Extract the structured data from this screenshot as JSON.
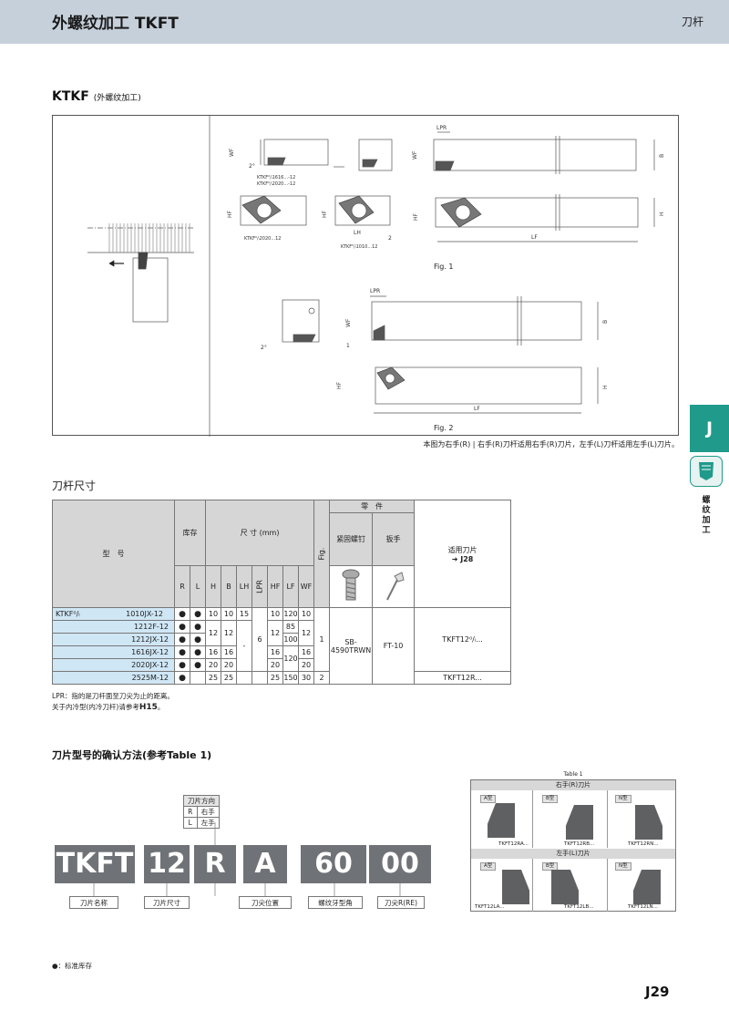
{
  "header": {
    "title": "外螺纹加工 TKFT",
    "category": "刀杆"
  },
  "section": {
    "code": "KTKF",
    "subtitle": "(外螺纹加工)"
  },
  "figure": {
    "fig1_caption": "Fig. 1",
    "fig2_caption": "Fig. 2",
    "labels": {
      "lpr": "LPR",
      "wf": "WF",
      "b": "B",
      "hf": "HF",
      "h": "H",
      "lf": "LF",
      "lh": "LH",
      "angle": "2°",
      "one": "1",
      "two": "2",
      "model_a": "KTKF⁰/ₗ1616...-12",
      "model_b": "KTKF⁰/ₗ2020...-12",
      "model_c": "KTKF⁰/ₗ2020...12",
      "model_d": "KTKF⁰/ₗ1010...12"
    },
    "note": "本图为右手(R) | 右手(R)刀杆适用右手(R)刀片，左手(L)刀杆适用左手(L)刀片。"
  },
  "side": {
    "tab": "J",
    "label": "螺纹加工",
    "icon": "thread-tool-icon"
  },
  "dimensions": {
    "title": "刀杆尺寸",
    "headers": {
      "model": "型　号",
      "stock": "库存",
      "size": "尺 寸 (mm)",
      "fig": "Fig.",
      "parts": "零　件",
      "screw": "紧固螺钉",
      "wrench": "扳手",
      "insert": "适用刀片",
      "insert_ref": "➜ J28",
      "r": "R",
      "l": "L",
      "h": "H",
      "b": "B",
      "lh": "LH",
      "lpr": "LPR",
      "hf": "HF",
      "lf": "LF",
      "wf": "WF"
    },
    "prefix": "KTKF⁰/ₗ",
    "rows": [
      {
        "model": "1010JX-12",
        "r": "●",
        "l": "●",
        "h": "10",
        "b": "10",
        "lh": "15",
        "hf": "10",
        "lf": "120",
        "wf": "10"
      },
      {
        "model": "1212F-12",
        "r": "●",
        "l": "●",
        "h": "12",
        "b": "12",
        "lf": "85",
        "hf": "12",
        "wf": "12"
      },
      {
        "model": "1212JX-12",
        "r": "●",
        "l": "●",
        "lf": "100"
      },
      {
        "model": "1616JX-12",
        "r": "●",
        "l": "●",
        "h": "16",
        "b": "16",
        "lh": "-",
        "lpr": "6",
        "hf": "16",
        "lf": "120",
        "wf": "16"
      },
      {
        "model": "2020JX-12",
        "r": "●",
        "l": "●",
        "h": "20",
        "b": "20",
        "hf": "20",
        "wf": "20"
      },
      {
        "model": "2525M-12",
        "r": "●",
        "l": "",
        "h": "25",
        "b": "25",
        "hf": "25",
        "lf": "150",
        "wf": "30",
        "fig": "2"
      }
    ],
    "group_fig": "1",
    "screw": "SB-4590TRWN",
    "wrench": "FT-10",
    "insert_group": "TKFT12⁰/ₗ...",
    "insert_last": "TKFT12R..."
  },
  "notes": {
    "line1": "LPR：指的是刀杆面至刀尖为止的距离。",
    "line2_pre": "关于内冷型(内冷刀杆)请参考",
    "line2_ref": "H15",
    "line2_post": "。"
  },
  "insert_id": {
    "title": "刀片型号的确认方法(参考Table 1)",
    "direction": {
      "header": "刀片方向",
      "r": "R",
      "r_desc": "右手",
      "l": "L",
      "l_desc": "左手"
    },
    "codes": [
      "TKFT",
      "12",
      "R",
      "A",
      "60",
      "00"
    ],
    "labels": [
      "刀片名称",
      "刀片尺寸",
      "刀尖位置",
      "螺纹牙型角",
      "刀尖R(RE)"
    ]
  },
  "table1": {
    "caption": "Table 1",
    "right_band": "右手(R)刀片",
    "left_band": "左手(L)刀片",
    "right": [
      {
        "tag": "A型",
        "pn": "TKFT12RA..."
      },
      {
        "tag": "B型",
        "pn": "TKFT12RB..."
      },
      {
        "tag": "N型",
        "pn": "TKFT12RN..."
      }
    ],
    "left": [
      {
        "tag": "A型",
        "pn": "TKFT12LA..."
      },
      {
        "tag": "B型",
        "pn": "TKFT12LB..."
      },
      {
        "tag": "N型",
        "pn": "TKFT12LN..."
      }
    ]
  },
  "footer": {
    "stock_note": "●：标准库存",
    "page": "J29"
  }
}
